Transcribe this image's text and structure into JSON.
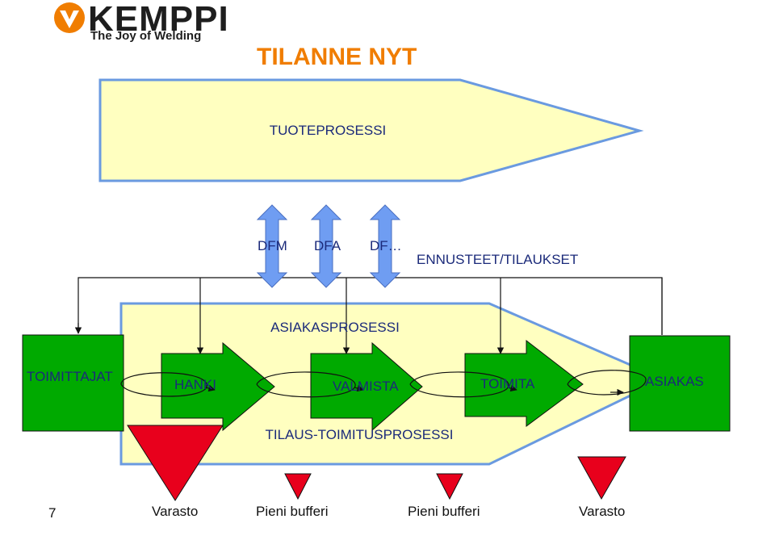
{
  "logo": {
    "name": "KEMPPI",
    "tagline": "The Joy of Welding"
  },
  "title": "TILANNE NYT",
  "product_process": "TUOTEPROSESSI",
  "design_arrows": [
    "DFM",
    "DFA",
    "DF…"
  ],
  "forecast_label": "ENNUSTEET/TILAUKSET",
  "customer_process": "ASIAKASPROSESSI",
  "suppliers": "TOIMITTAJAT",
  "steps": [
    "HANKI",
    "VALMISTA",
    "TOIMITA"
  ],
  "customer": "ASIAKAS",
  "delivery_process": "TILAUS-TOIMITUSPROSESSI",
  "inventory": [
    "Varasto",
    "Pieni bufferi",
    "Pieni bufferi",
    "Varasto"
  ],
  "page_number": "7",
  "colors": {
    "accent_orange": "#f07d00",
    "light_yellow": "#ffffc0",
    "outline_blue": "#6a9ae0",
    "process_green": "#00aa00",
    "arrow_blue": "#6f9df2",
    "stock_red": "#e8001c",
    "text_navy": "#1b2a7a"
  }
}
